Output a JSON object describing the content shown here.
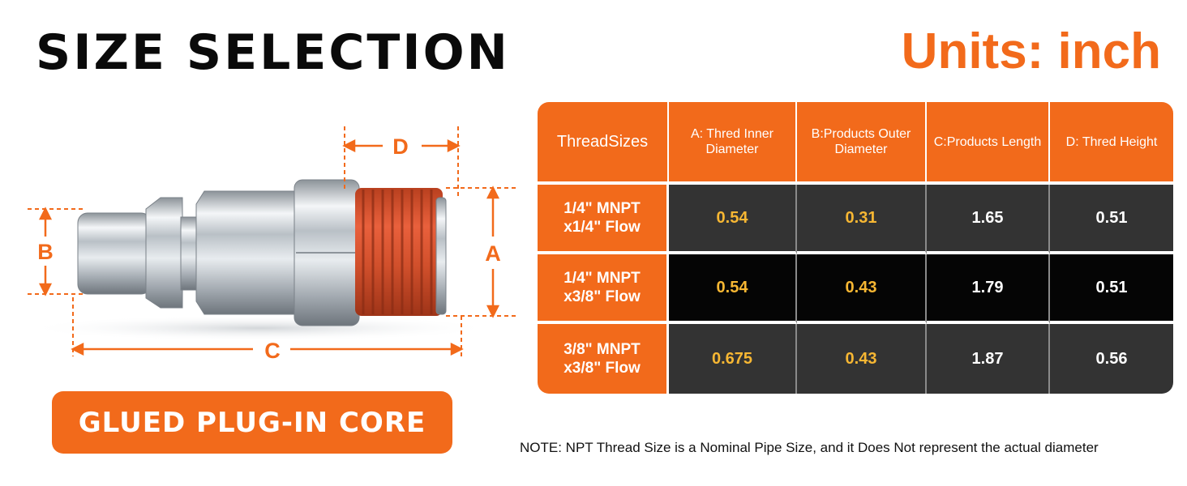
{
  "header": {
    "title": "SIZE SELECTION",
    "units": "Units:  inch"
  },
  "diagram": {
    "labels": {
      "a": "A",
      "b": "B",
      "c": "C",
      "d": "D"
    }
  },
  "core_label": "GLUED PLUG-IN CORE",
  "table": {
    "headers": [
      "ThreadSizes",
      "A: Thred Inner Diameter",
      "B:Products Outer Diameter",
      "C:Products Length",
      "D: Thred Height"
    ],
    "rows": [
      {
        "size": "1/4\" MNPT\nx1/4\" Flow",
        "a": "0.54",
        "b": "0.31",
        "c": "1.65",
        "d": "0.51"
      },
      {
        "size": "1/4\" MNPT\nx3/8\" Flow",
        "a": "0.54",
        "b": "0.43",
        "c": "1.79",
        "d": "0.51"
      },
      {
        "size": "3/8\" MNPT\nx3/8\" Flow",
        "a": "0.675",
        "b": "0.43",
        "c": "1.87",
        "d": "0.56"
      }
    ]
  },
  "note": "NOTE: NPT Thread Size is a Nominal Pipe Size, and it Does Not represent the actual diameter",
  "colors": {
    "accent": "#f26a1b",
    "value_yellow": "#f7b733",
    "row_dark": "#333333",
    "row_black": "#050505"
  }
}
